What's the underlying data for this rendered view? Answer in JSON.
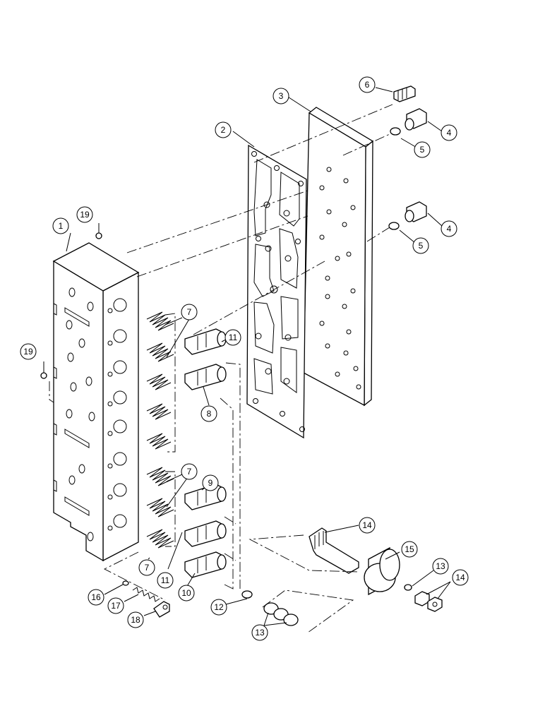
{
  "diagram": {
    "callouts": [
      "1",
      "2",
      "3",
      "4",
      "4",
      "5",
      "5",
      "6",
      "7",
      "7",
      "7",
      "8",
      "9",
      "10",
      "11",
      "11",
      "12",
      "13",
      "13",
      "14",
      "14",
      "15",
      "16",
      "17",
      "18",
      "19",
      "19"
    ]
  }
}
